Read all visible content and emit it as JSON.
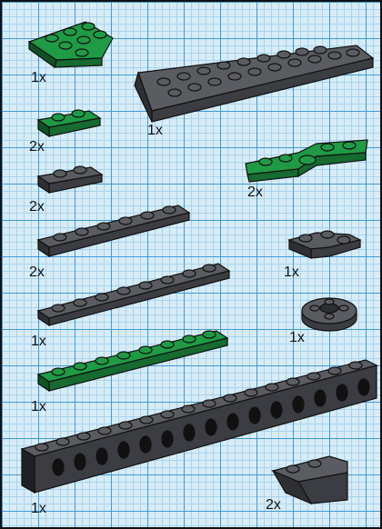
{
  "colors": {
    "grid_background": "#d7ecf6",
    "grid_major": "#3f9ad8",
    "grid_minor": "#a9d3ee",
    "part_green": "#1f9a45",
    "part_dark_gray": "#4b4d52",
    "outline": "#111111"
  },
  "parts": [
    {
      "name": "green-wedge-plate-3x3",
      "qty": "1x"
    },
    {
      "name": "dark-gray-wedge-plate-large",
      "qty": "1x"
    },
    {
      "name": "green-plate-1x2",
      "qty": "2x"
    },
    {
      "name": "green-wing-plate",
      "qty": "2x"
    },
    {
      "name": "dark-gray-plate-1x2",
      "qty": "2x"
    },
    {
      "name": "dark-gray-plate-1x6",
      "qty": "2x"
    },
    {
      "name": "dark-gray-corner-plate",
      "qty": "1x"
    },
    {
      "name": "dark-gray-plate-1x8",
      "qty": "1x"
    },
    {
      "name": "dark-gray-round-plate-2x2",
      "qty": "1x"
    },
    {
      "name": "green-plate-1x8",
      "qty": "1x"
    },
    {
      "name": "dark-gray-technic-brick-1x16",
      "qty": "1x"
    },
    {
      "name": "dark-gray-slope-brick",
      "qty": "2x"
    }
  ]
}
